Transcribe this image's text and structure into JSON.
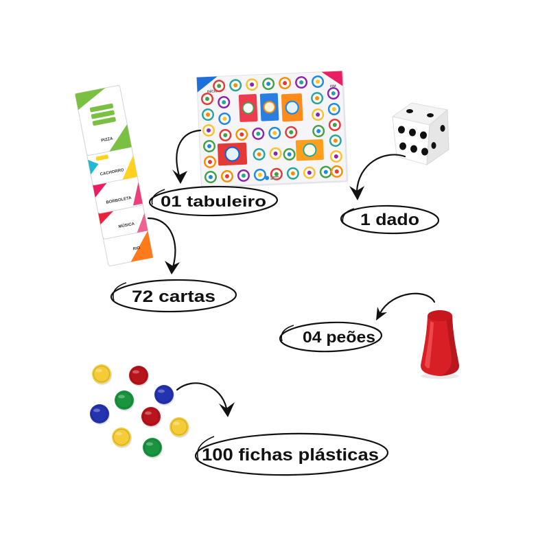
{
  "labels": {
    "board": "01 tabuleiro",
    "die": "1 dado",
    "cards": "72 cartas",
    "pawns": "04 peões",
    "chips": "100 fichas plásticas"
  },
  "board": {
    "start_label": "INÍCIO",
    "end_label": "FIM"
  },
  "cards": {
    "words": [
      "PIZZA",
      "CACHORRO",
      "BORBOLETA",
      "MÚSICA",
      "RIO"
    ]
  },
  "colors": {
    "chip_yellow": "#f4cc38",
    "chip_red": "#b8141b",
    "chip_green": "#1b9440",
    "chip_blue": "#2433b0",
    "pawn_red": "#d81f26",
    "board_start": "#1e6fd9",
    "board_end": "#e91e63",
    "card_green": "#7ac143",
    "card_cyan": "#22b8d6",
    "card_yellow": "#ffd21f",
    "card_pink": "#e91e63",
    "card_red": "#e8243c",
    "card_orange": "#ff7a1a",
    "board_spaces": [
      "#e53935",
      "#26a69a",
      "#fbc02d",
      "#43a047",
      "#fb8c00",
      "#8e24aa",
      "#1e88e5"
    ]
  }
}
